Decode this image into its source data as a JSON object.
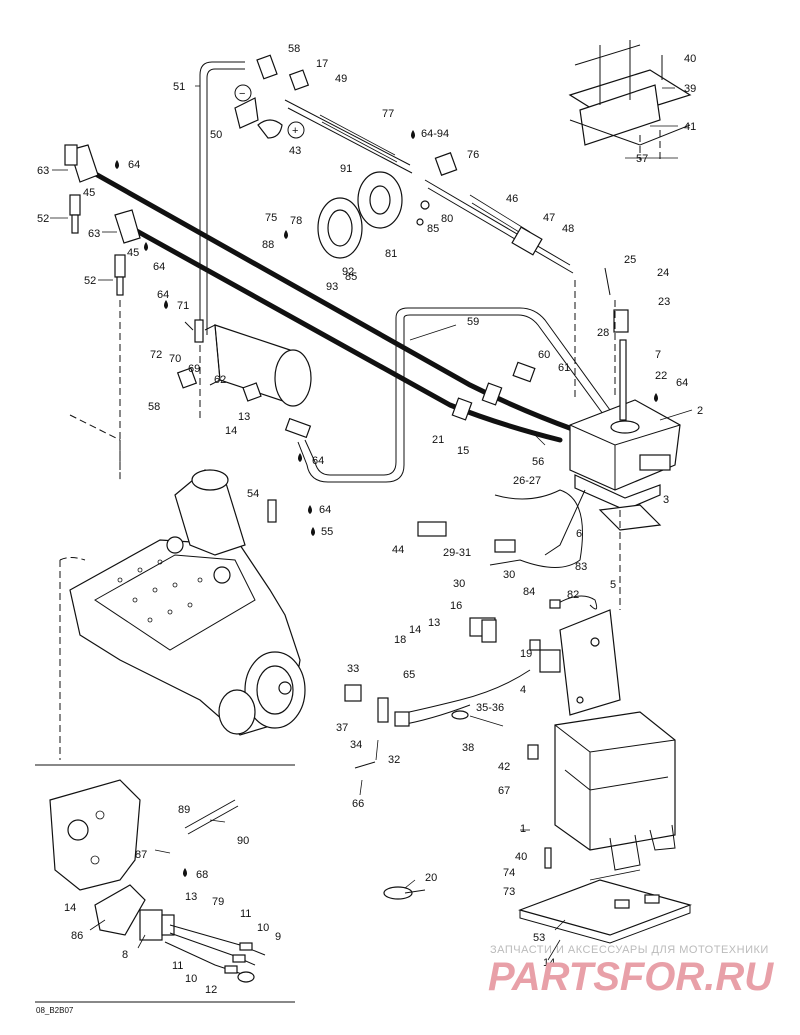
{
  "diagram_ref": "08_B2B07",
  "watermark": {
    "line1": "ЗАПЧАСТИ И АКСЕССУАРЫ ДЛЯ МОТОТЕХНИКИ",
    "line2": "PARTSFOR.RU"
  },
  "colors": {
    "ink": "#111111",
    "watermark_text": "#bbbbbb",
    "watermark_logo": "#e8a0a8"
  },
  "symbols": {
    "minus": "−",
    "plus": "+"
  },
  "callouts": [
    {
      "id": "c58a",
      "text": "58"
    },
    {
      "id": "c17",
      "text": "17"
    },
    {
      "id": "c49",
      "text": "49"
    },
    {
      "id": "c51",
      "text": "51"
    },
    {
      "id": "c50",
      "text": "50"
    },
    {
      "id": "c43",
      "text": "43"
    },
    {
      "id": "c77",
      "text": "77"
    },
    {
      "id": "c6494",
      "text": "64-94"
    },
    {
      "id": "c40a",
      "text": "40"
    },
    {
      "id": "c39",
      "text": "39"
    },
    {
      "id": "c41",
      "text": "41"
    },
    {
      "id": "c57",
      "text": "57"
    },
    {
      "id": "c63a",
      "text": "63"
    },
    {
      "id": "c64a",
      "text": "64"
    },
    {
      "id": "c45a",
      "text": "45"
    },
    {
      "id": "c52a",
      "text": "52"
    },
    {
      "id": "c91",
      "text": "91"
    },
    {
      "id": "c76",
      "text": "76"
    },
    {
      "id": "c46",
      "text": "46"
    },
    {
      "id": "c80",
      "text": "80"
    },
    {
      "id": "c47",
      "text": "47"
    },
    {
      "id": "c48",
      "text": "48"
    },
    {
      "id": "c75",
      "text": "75"
    },
    {
      "id": "c78",
      "text": "78"
    },
    {
      "id": "c85a",
      "text": "85"
    },
    {
      "id": "c88",
      "text": "88"
    },
    {
      "id": "c81",
      "text": "81"
    },
    {
      "id": "c92",
      "text": "92"
    },
    {
      "id": "c63b",
      "text": "63"
    },
    {
      "id": "c45b",
      "text": "45"
    },
    {
      "id": "c64b",
      "text": "64"
    },
    {
      "id": "c52b",
      "text": "52"
    },
    {
      "id": "c93",
      "text": "93"
    },
    {
      "id": "c85b",
      "text": "85"
    },
    {
      "id": "c25",
      "text": "25"
    },
    {
      "id": "c24",
      "text": "24"
    },
    {
      "id": "c23",
      "text": "23"
    },
    {
      "id": "c28",
      "text": "28"
    },
    {
      "id": "c64c",
      "text": "64"
    },
    {
      "id": "c71",
      "text": "71"
    },
    {
      "id": "c59",
      "text": "59"
    },
    {
      "id": "c72",
      "text": "72"
    },
    {
      "id": "c70",
      "text": "70"
    },
    {
      "id": "c69",
      "text": "69"
    },
    {
      "id": "c60",
      "text": "60"
    },
    {
      "id": "c61",
      "text": "61"
    },
    {
      "id": "c7",
      "text": "7"
    },
    {
      "id": "c22",
      "text": "22"
    },
    {
      "id": "c64d",
      "text": "64"
    },
    {
      "id": "c58b",
      "text": "58"
    },
    {
      "id": "c62",
      "text": "62"
    },
    {
      "id": "c2",
      "text": "2"
    },
    {
      "id": "c13a",
      "text": "13"
    },
    {
      "id": "c14a",
      "text": "14"
    },
    {
      "id": "c21",
      "text": "21"
    },
    {
      "id": "c15",
      "text": "15"
    },
    {
      "id": "c56",
      "text": "56"
    },
    {
      "id": "c64e",
      "text": "64"
    },
    {
      "id": "c2627",
      "text": "26-27"
    },
    {
      "id": "c3",
      "text": "3"
    },
    {
      "id": "c54",
      "text": "54"
    },
    {
      "id": "c64f",
      "text": "64"
    },
    {
      "id": "c55",
      "text": "55"
    },
    {
      "id": "c6",
      "text": "6"
    },
    {
      "id": "c44",
      "text": "44"
    },
    {
      "id": "c2931",
      "text": "29-31"
    },
    {
      "id": "c30a",
      "text": "30"
    },
    {
      "id": "c30b",
      "text": "30"
    },
    {
      "id": "c83",
      "text": "83"
    },
    {
      "id": "c84",
      "text": "84"
    },
    {
      "id": "c82",
      "text": "82"
    },
    {
      "id": "c5",
      "text": "5"
    },
    {
      "id": "c16",
      "text": "16"
    },
    {
      "id": "c13b",
      "text": "13"
    },
    {
      "id": "c14b",
      "text": "14"
    },
    {
      "id": "c18",
      "text": "18"
    },
    {
      "id": "c19",
      "text": "19"
    },
    {
      "id": "c33",
      "text": "33"
    },
    {
      "id": "c65",
      "text": "65"
    },
    {
      "id": "c4",
      "text": "4"
    },
    {
      "id": "c3536",
      "text": "35-36"
    },
    {
      "id": "c37",
      "text": "37"
    },
    {
      "id": "c34",
      "text": "34"
    },
    {
      "id": "c38",
      "text": "38"
    },
    {
      "id": "c32",
      "text": "32"
    },
    {
      "id": "c42",
      "text": "42"
    },
    {
      "id": "c67",
      "text": "67"
    },
    {
      "id": "c66",
      "text": "66"
    },
    {
      "id": "c1",
      "text": "1"
    },
    {
      "id": "c89",
      "text": "89"
    },
    {
      "id": "c90",
      "text": "90"
    },
    {
      "id": "c87",
      "text": "87"
    },
    {
      "id": "c68",
      "text": "68"
    },
    {
      "id": "c40b",
      "text": "40"
    },
    {
      "id": "c74",
      "text": "74"
    },
    {
      "id": "c20",
      "text": "20"
    },
    {
      "id": "c73",
      "text": "73"
    },
    {
      "id": "c14c",
      "text": "14"
    },
    {
      "id": "c13c",
      "text": "13"
    },
    {
      "id": "c79",
      "text": "79"
    },
    {
      "id": "c86",
      "text": "86"
    },
    {
      "id": "c11a",
      "text": "11"
    },
    {
      "id": "c10a",
      "text": "10"
    },
    {
      "id": "c9",
      "text": "9"
    },
    {
      "id": "c8",
      "text": "8"
    },
    {
      "id": "c11b",
      "text": "11"
    },
    {
      "id": "c10b",
      "text": "10"
    },
    {
      "id": "c12",
      "text": "12"
    },
    {
      "id": "c53",
      "text": "53"
    },
    {
      "id": "c14d",
      "text": "14"
    }
  ]
}
